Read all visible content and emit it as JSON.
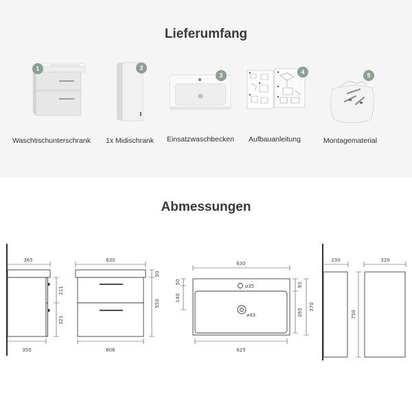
{
  "delivery": {
    "title": "Lieferumfang",
    "items": [
      {
        "number": "1",
        "label": "Waschtischunterschrank",
        "image": "vanity-unit-image"
      },
      {
        "number": "2",
        "label": "1x Midischrank",
        "image": "midi-cabinet-image"
      },
      {
        "number": "3",
        "label": "Einsatzwaschbecken",
        "image": "washbasin-image"
      },
      {
        "number": "4",
        "label": "Aufbauanleitung",
        "image": "assembly-manual-image"
      },
      {
        "number": "5",
        "label": "Montagematerial",
        "image": "mounting-hardware-bag-image"
      }
    ]
  },
  "dimensions": {
    "title": "Abmessungen",
    "vanity_side": {
      "top_depth": "365",
      "bottom_depth": "350",
      "upper_section": "211",
      "lower_section": "321"
    },
    "vanity_front": {
      "top_width": "630",
      "bottom_width": "606",
      "top_thickness": "50",
      "height": "550"
    },
    "washbasin": {
      "width": "630",
      "basin_width": "625",
      "tap_hole_offset": "50",
      "drain_offset": "140",
      "tap_hole_diameter": "⌀35",
      "drain_diameter": "⌀43",
      "back_rim": "93",
      "basin_depth": "265",
      "depth": "370"
    },
    "midi_cabinet": {
      "depth": "230",
      "width": "320",
      "height": "750"
    }
  },
  "colors": {
    "badge": "#88a190",
    "top_background": "#f5f5f5",
    "title": "#3a3a3a",
    "line": "#4a4a4a"
  }
}
